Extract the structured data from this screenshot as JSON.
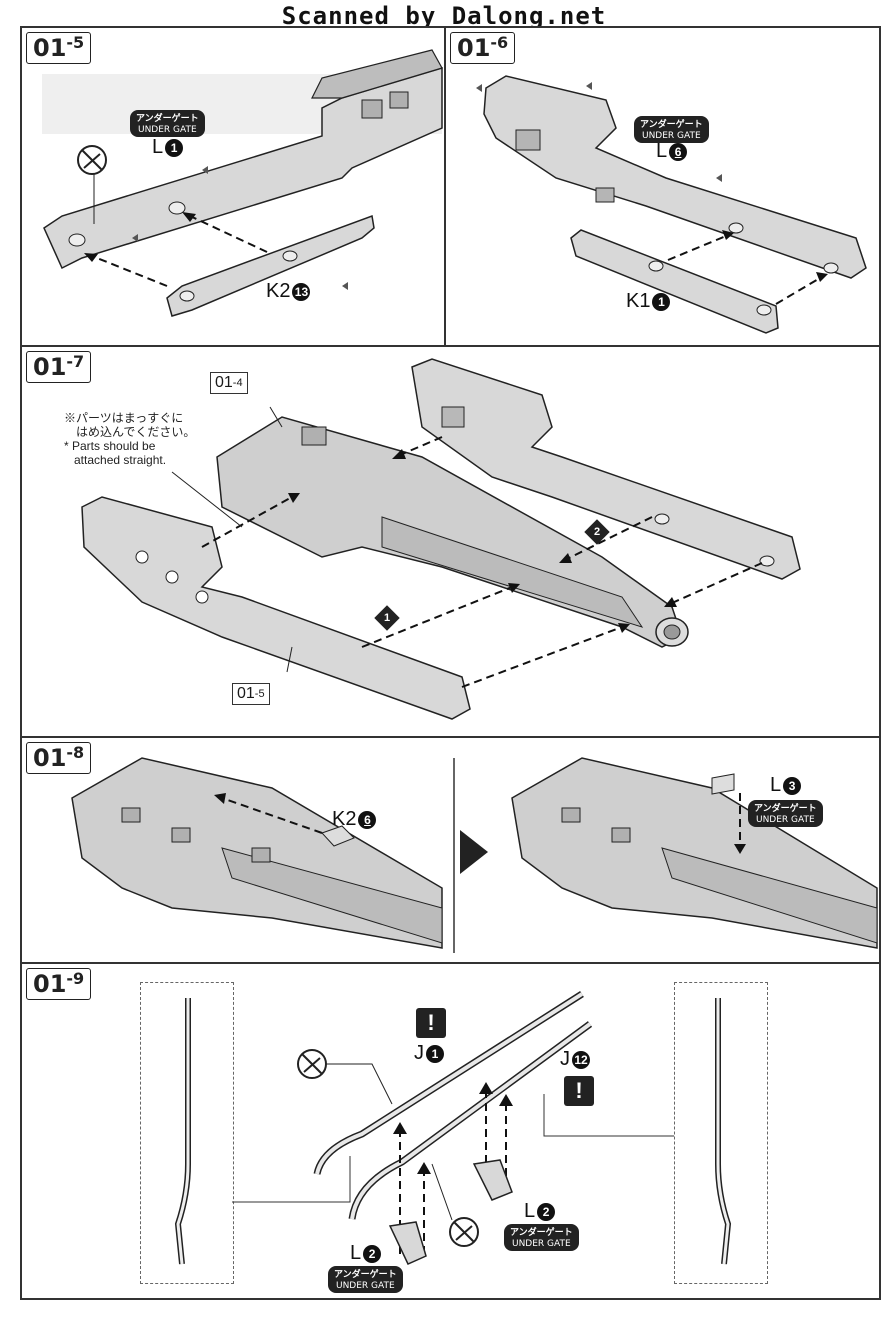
{
  "watermark": "Scanned by Dalong.net",
  "icons": {
    "no_cut": "no-cut-icon",
    "warning": "exclamation-icon",
    "next_arrow": "arrow-right-icon"
  },
  "steps": {
    "s1": {
      "main": "01",
      "sub": "-5"
    },
    "s2": {
      "main": "01",
      "sub": "-6"
    },
    "s3": {
      "main": "01",
      "sub": "-7"
    },
    "s4": {
      "main": "01",
      "sub": "-8"
    },
    "s5": {
      "main": "01",
      "sub": "-9"
    }
  },
  "under_gate": {
    "jp": "アンダーゲート",
    "en": "UNDER GATE"
  },
  "parts": {
    "p15a": {
      "letter": "L",
      "num": "1"
    },
    "p15b": {
      "letter": "K2",
      "num": "13"
    },
    "p16a": {
      "letter": "L",
      "num": "6"
    },
    "p16b": {
      "letter": "K1",
      "num": "1"
    },
    "p18a": {
      "letter": "K2",
      "num": "6"
    },
    "p18b": {
      "letter": "L",
      "num": "3"
    },
    "p19a": {
      "letter": "J",
      "num": "1"
    },
    "p19b": {
      "letter": "J",
      "num": "12"
    },
    "p19c": {
      "letter": "L",
      "num": "2"
    },
    "p19d": {
      "letter": "L",
      "num": "2"
    }
  },
  "step17": {
    "ref_top": {
      "main": "01",
      "sub": "-4"
    },
    "ref_bottom": {
      "main": "01",
      "sub": "-5"
    },
    "note_jp_1": "※パーツはまっすぐに",
    "note_jp_2": "はめ込んでください。",
    "note_en_1": "* Parts should be",
    "note_en_2": "attached straight.",
    "order_1": "1",
    "order_2": "2"
  },
  "warning_mark": "!"
}
